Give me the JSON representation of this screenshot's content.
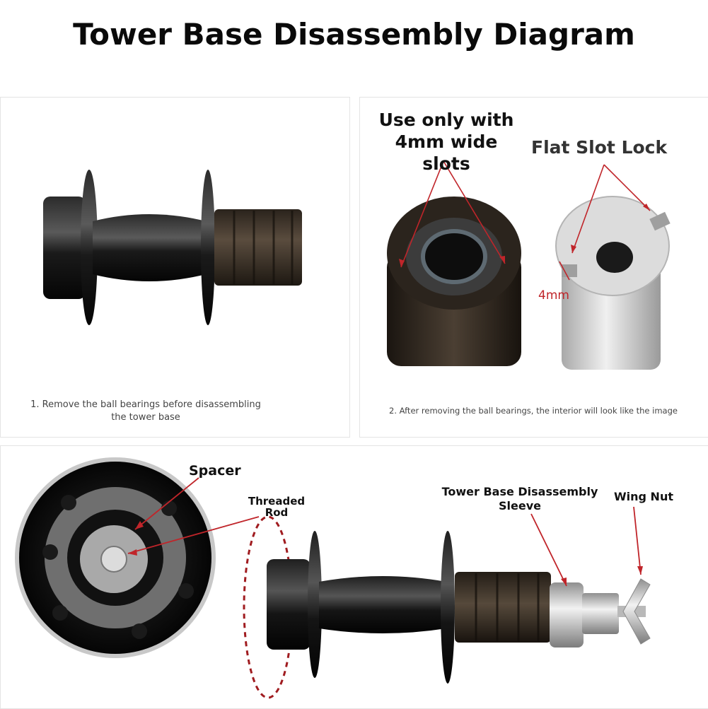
{
  "title": "Tower Base Disassembly Diagram",
  "panel1": {
    "caption_line1": "1. Remove the ball bearings before disassembling",
    "caption_line2": "the tower base"
  },
  "panel2": {
    "label_slots_line1": "Use only with",
    "label_slots_line2": "4mm wide slots",
    "label_lock": "Flat Slot Lock",
    "label_width": "4mm",
    "caption": "2. After removing the ball bearings, the interior will look like the image"
  },
  "panel3": {
    "label_spacer": "Spacer",
    "label_rod_line1": "Threaded",
    "label_rod_line2": "Rod",
    "label_sleeve_line1": "Tower Base Disassembly",
    "label_sleeve_line2": "Sleeve",
    "label_wingnut": "Wing Nut"
  },
  "colors": {
    "arrow": "#c0252a",
    "hub_black": "#121212",
    "freehub_brown": "#3a3128",
    "silver": "#c9c9c9"
  }
}
